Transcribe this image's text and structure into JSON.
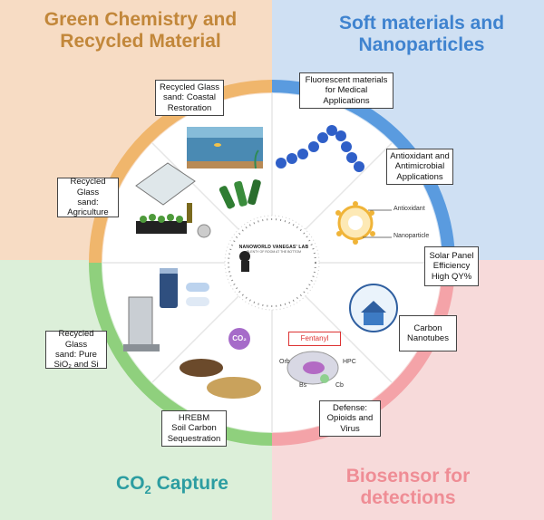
{
  "quadrants": {
    "green_title": "Green Chemistry  and\nRecycled Material",
    "soft_title": "Soft materials and\nNanoparticles",
    "co2_title_main": "CO",
    "co2_title_sub": "2",
    "co2_title_rest": " Capture",
    "bio_title": "Biosensor for\ndetections"
  },
  "boxes": {
    "coastal": "Recycled Glass\nsand: Coastal\nRestoration",
    "agriculture": "Recycled Glass\nsand:\nAgriculture",
    "pure_sio2": "Recycled Glass\nsand:  Pure\nSiO₂ and Si",
    "hrebm": "HREBM\nSoil Carbon\nSequestration",
    "defense": "Defense:\nOpioids and\nVirus",
    "carbon": "Carbon\nNanotubes",
    "solar": "Solar Panel\nEfficiency\nHigh QY%",
    "antioxidant": "Antioxidant and\nAntimicrobial\nApplications",
    "fluorescent": "Fluorescent materials\nfor  Medical\nApplications"
  },
  "labels": {
    "antioxidant": "Antioxidant",
    "nanoparticle": "Nanoparticle",
    "fentanyl": "Fentanyl",
    "co2_bubble": "CO₂",
    "orb": "Orb",
    "hpc": "HPC",
    "bs": "Bs",
    "cb": "Cb",
    "lab_name": "NANOWORLD VANEGAS' LAB",
    "lab_sub": "PLENTY OF ROOM AT THE BOTTOM"
  },
  "colors": {
    "green_ring": "#f0b66c",
    "soft_ring": "#5a9bdf",
    "co2_ring": "#8fd07d",
    "bio_ring": "#f4a3a8"
  }
}
